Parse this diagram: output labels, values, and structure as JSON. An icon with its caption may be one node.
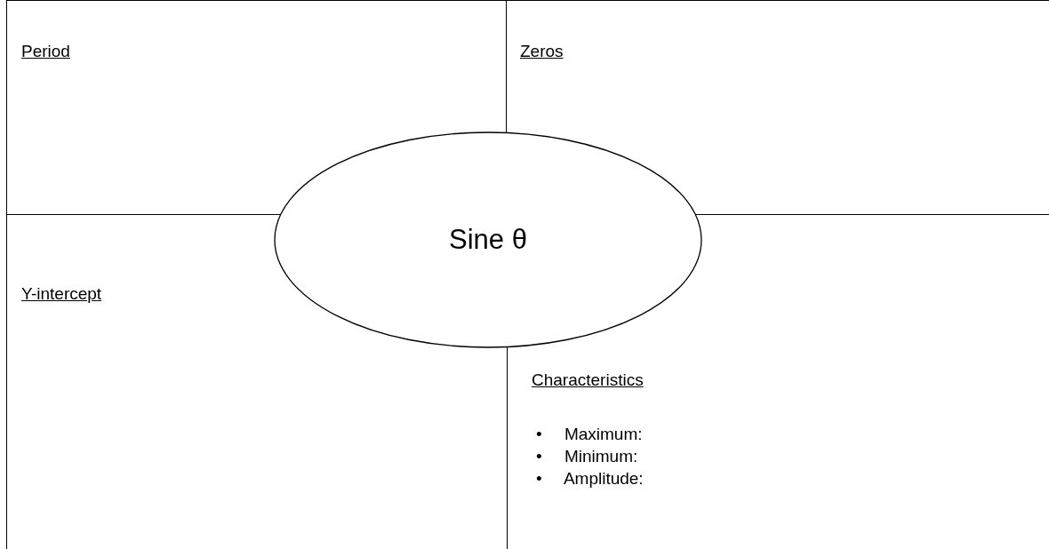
{
  "diagram": {
    "nodes": [
      {
        "text": [
          "Period"
        ]
      },
      {
        "text": [
          "Zeros"
        ]
      },
      {
        "text": [
          "Sine θ"
        ]
      },
      {
        "text": [
          "Y-intercept"
        ]
      },
      {
        "text": [
          "Characteristics",
          "• Maximum:",
          "• Minimum:",
          "• Amplitude:"
        ]
      }
    ]
  }
}
